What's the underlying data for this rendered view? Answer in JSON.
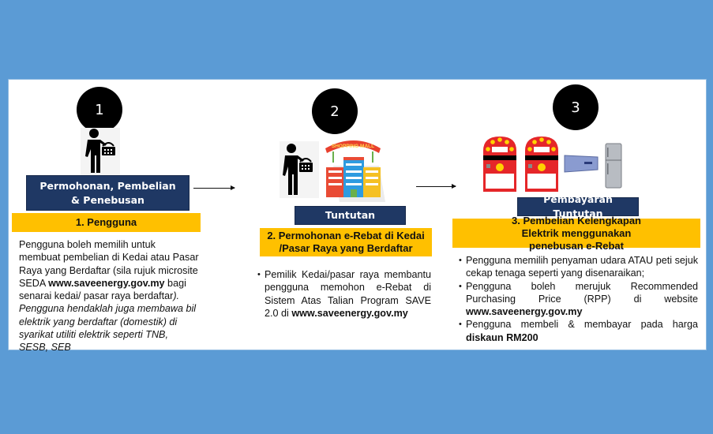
{
  "colors": {
    "background": "#5B9BD5",
    "panel": "#FFFFFF",
    "navy": "#1F3864",
    "yellow": "#FFC000",
    "circle": "#000000"
  },
  "steps": [
    {
      "number": "1",
      "icons": [
        "shopper-with-basket-icon"
      ],
      "stage_label": "Permohonan,  Pembelian & Penebusan",
      "title": "1. Pengguna",
      "description": {
        "p1": "Pengguna boleh memilih untuk membuat pembelian di Kedai atau Pasar Raya yang Berdaftar (sila rujuk microsite SEDA ",
        "link": "www.saveenergy.gov.my",
        "p2": " bagi senarai kedai/ pasar raya berdaftar",
        "p3": "). Pengguna hendaklah juga membawa bil elektrik yang berdaftar (domestik) di syarikat utiliti elektrik seperti TNB, SESB, SEB"
      }
    },
    {
      "number": "2",
      "icons": [
        "shopper-with-basket-icon",
        "shopping-mall-icon"
      ],
      "mall_sign": "SHOPPING MALL",
      "stage_label": "Tuntutan",
      "title": "2. Permohonan e-Rebat di Kedai /Pasar Raya yang Berdaftar",
      "bullets": [
        {
          "text": "Pemilik Kedai/pasar raya membantu pengguna memohon e-Rebat di Sistem Atas Talian Program SAVE 2.0 di ",
          "bold": "www.saveenergy.gov.my"
        }
      ]
    },
    {
      "number": "3",
      "icons": [
        "energy-star-label-icon",
        "energy-star-label-icon",
        "air-conditioner-icon",
        "refrigerator-icon"
      ],
      "stage_label": "Pembayaran Tuntutan",
      "title": "3. Pembelian  Kelengkapan Elektrik menggunakan penebusan e-Rebat",
      "bullets": [
        {
          "text": "Pengguna memilih penyaman udara ATAU peti sejuk cekap tenaga seperti yang disenaraikan;",
          "bold": ""
        },
        {
          "text": "Pengguna boleh merujuk Recommended Purchasing Price (RPP) di website ",
          "bold": "www.saveenergy.gov.my"
        },
        {
          "text": "Pengguna membeli & membayar pada harga ",
          "bold": "diskaun RM200"
        }
      ]
    }
  ]
}
